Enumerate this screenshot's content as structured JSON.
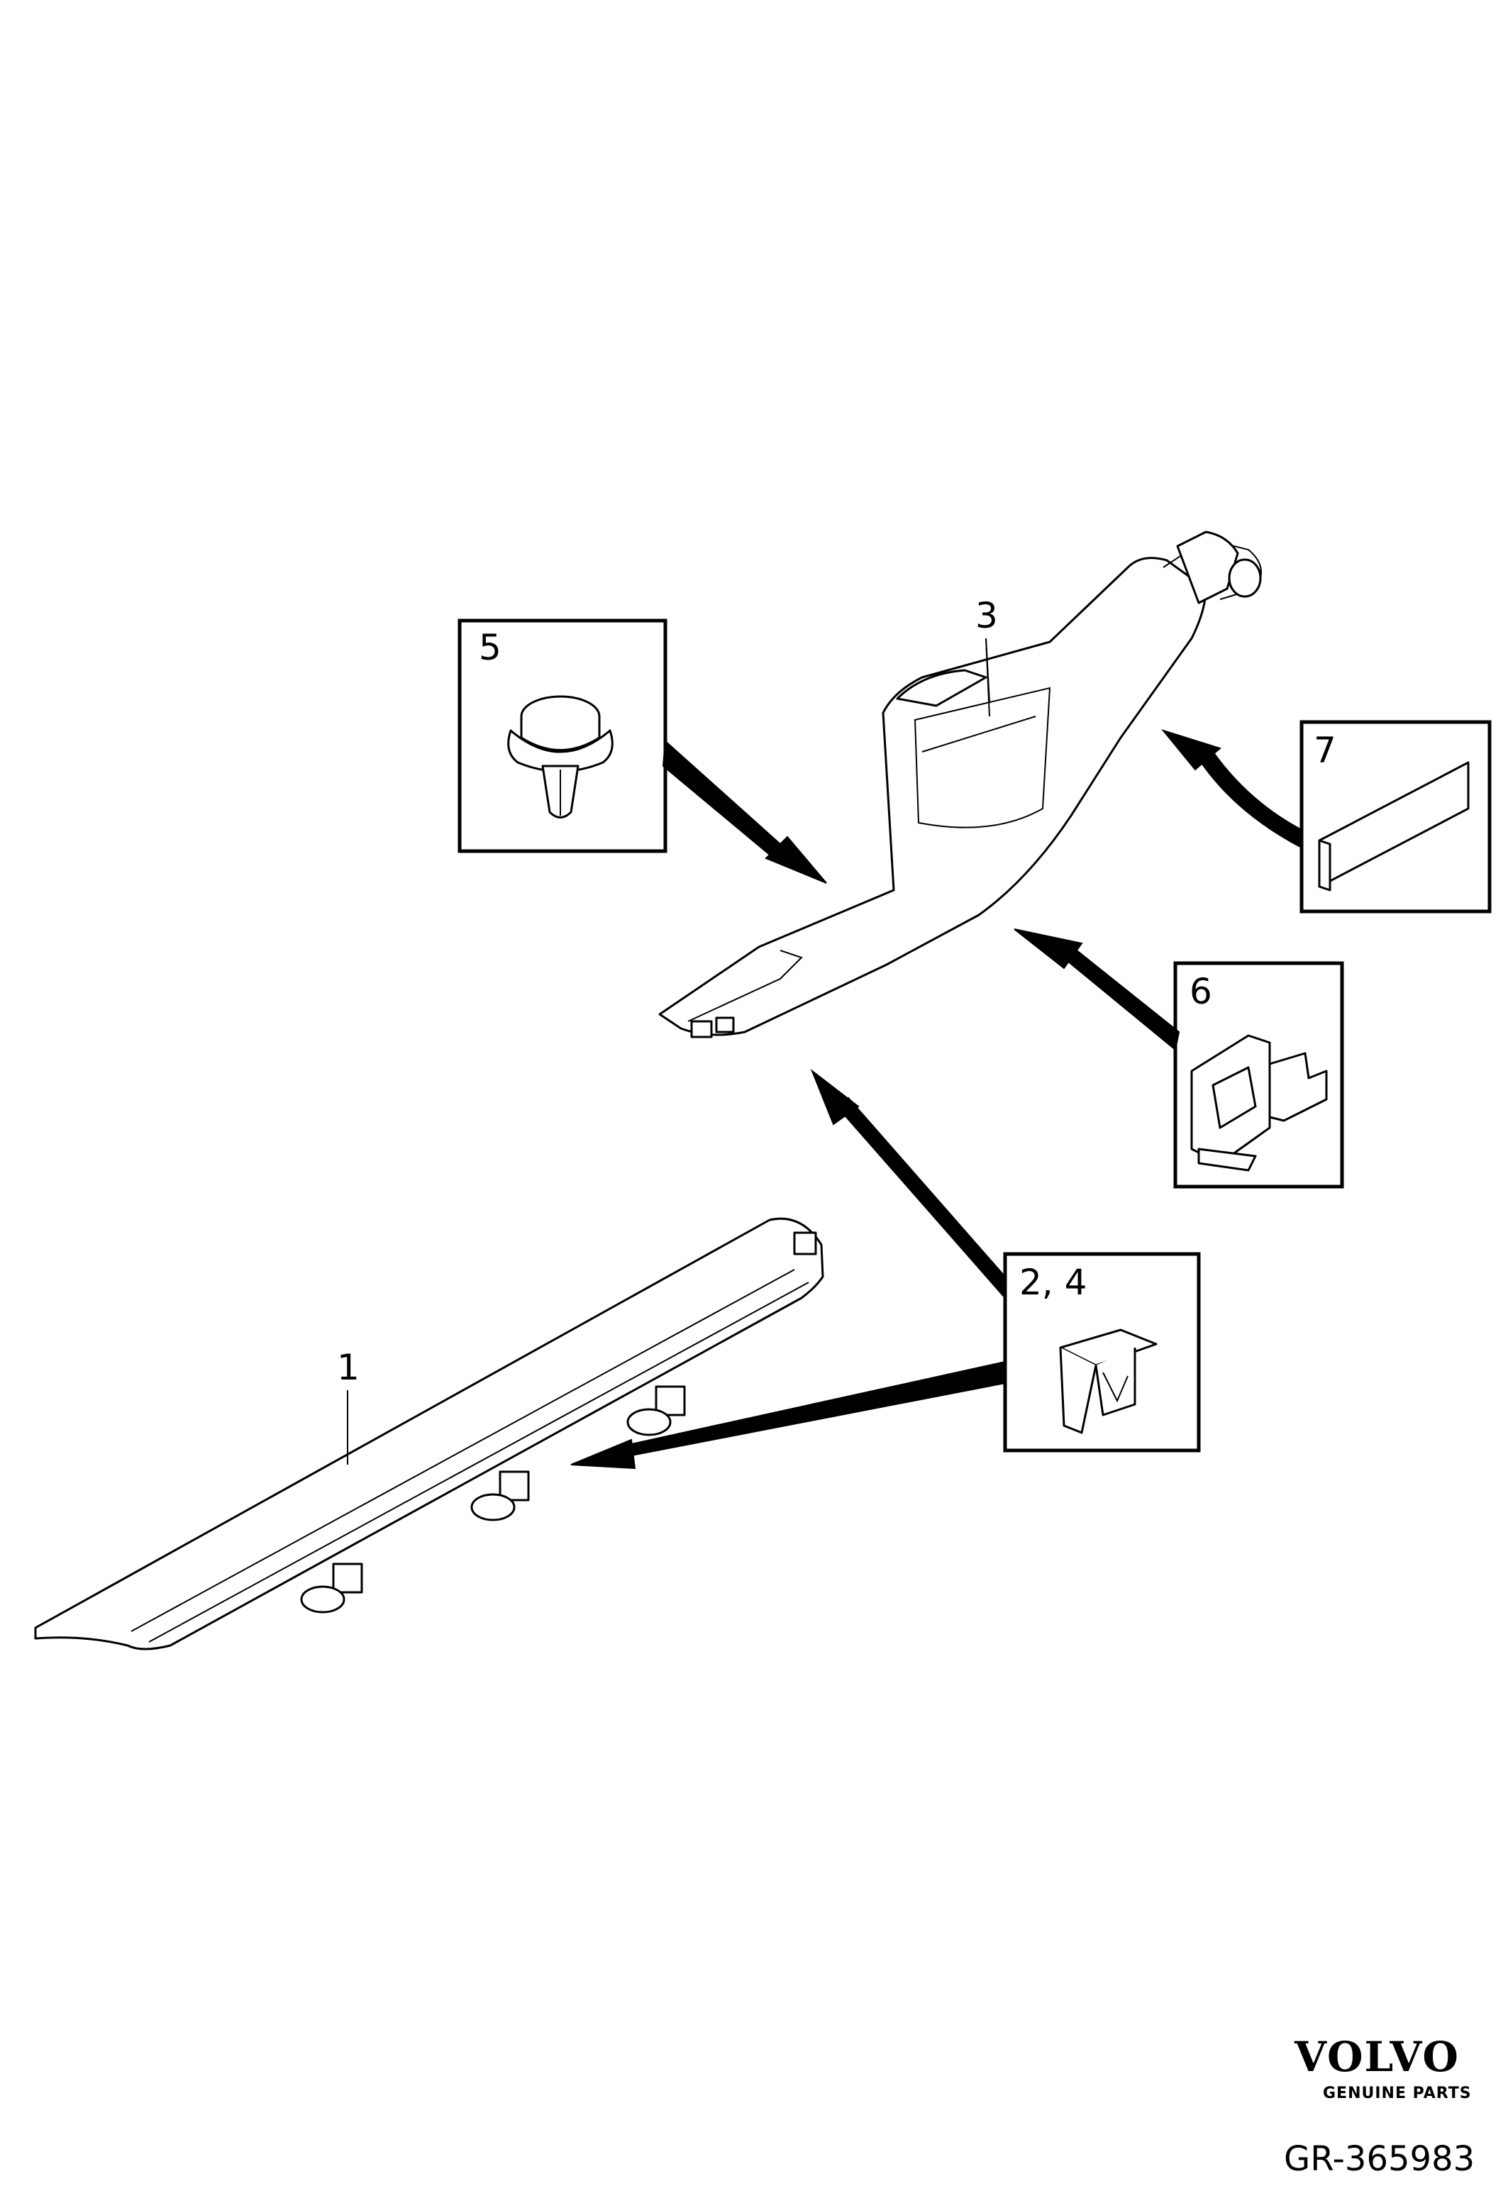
{
  "callouts": [
    {
      "id": "1",
      "text": "1"
    },
    {
      "id": "3",
      "text": "3"
    },
    {
      "id": "5",
      "text": "5"
    },
    {
      "id": "7",
      "text": "7"
    },
    {
      "id": "6",
      "text": "6"
    },
    {
      "id": "2-4",
      "text": "2, 4"
    }
  ],
  "brand": {
    "name": "VOLVO",
    "tagline": "GENUINE PARTS"
  },
  "drawing_code": "GR-365983"
}
